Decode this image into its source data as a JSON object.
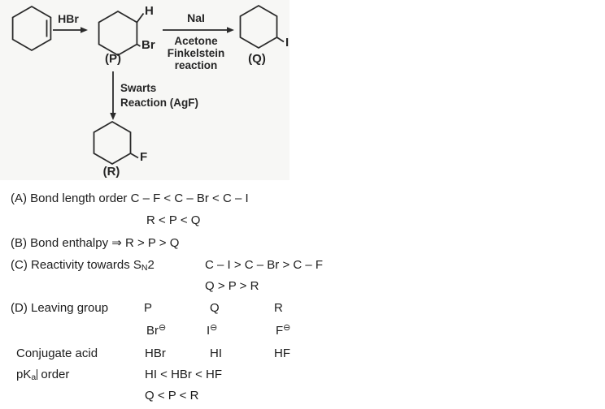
{
  "colors": {
    "panel_bg": "#f7f7f5",
    "ink": "#2b2b2b",
    "text": "#1c1c1c"
  },
  "scheme": {
    "reagent_hbr": "HBr",
    "molecule_p": {
      "h": "H",
      "br": "Br",
      "label": "(P)"
    },
    "arrow_nai": {
      "above": "NaI",
      "below1": "Acetone",
      "below2": "Finkelstein",
      "below3": "reaction"
    },
    "molecule_q": {
      "i": "I",
      "label": "(Q)"
    },
    "arrow_swarts": {
      "line1": "Swarts",
      "line2": "Reaction (AgF)"
    },
    "molecule_r": {
      "f": "F",
      "label": "(R)"
    }
  },
  "options": {
    "a": {
      "text": "(A) Bond length order C – F < C – Br < C – I",
      "line2": "R < P < Q"
    },
    "b": {
      "text": "(B) Bond enthalpy ⇒ R > P > Q"
    },
    "c": {
      "prefix": "(C) Reactivity towards S",
      "sub": "N",
      "suffix": "2",
      "right": "C – I > C – Br > C – F",
      "line2": "Q > P > R"
    },
    "d": {
      "label": "(D) Leaving group",
      "p": "P",
      "q": "Q",
      "r": "R",
      "ion_br": "Br",
      "ion_i": "I",
      "ion_f": "F",
      "minus": "⊖"
    },
    "conjugate": {
      "label": "Conjugate acid",
      "hbr": "HBr",
      "hi": "HI",
      "hf": "HF"
    },
    "pka": {
      "prefix": "pK",
      "sub": "a",
      "suffix": " order",
      "order": "HI < HBr < HF",
      "line2": "Q < P < R"
    }
  }
}
